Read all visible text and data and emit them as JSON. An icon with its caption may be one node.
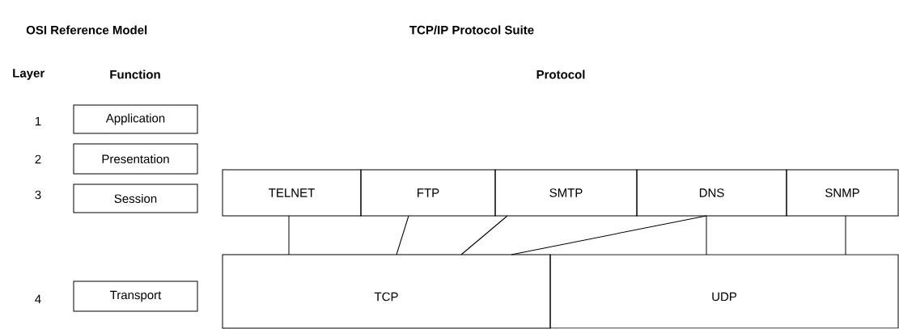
{
  "diagram": {
    "nodes": [
      {
        "text": [
          "Application"
        ]
      },
      {
        "text": [
          "Presentation"
        ]
      },
      {
        "text": [
          "Session"
        ]
      },
      {
        "text": [
          "Transport"
        ]
      },
      {
        "text": [
          "TELNET"
        ]
      },
      {
        "text": [
          "FTP"
        ]
      },
      {
        "text": [
          "SMTP"
        ]
      },
      {
        "text": [
          "DNS"
        ]
      },
      {
        "text": [
          "SNMP"
        ]
      },
      {
        "text": [
          "TCP"
        ]
      },
      {
        "text": [
          "UDP"
        ]
      }
    ],
    "edges": [
      {
        "from": 4,
        "to": 9,
        "arrow": "none"
      },
      {
        "from": 5,
        "to": 9,
        "arrow": "none"
      },
      {
        "from": 6,
        "to": 9,
        "arrow": "none"
      },
      {
        "from": 7,
        "to": 9,
        "arrow": "none"
      },
      {
        "from": 7,
        "to": 10,
        "arrow": "none"
      },
      {
        "from": 8,
        "to": 10,
        "arrow": "none"
      }
    ],
    "labels": [
      "OSI Reference Model",
      "TCP/IP Protocol Suite",
      "Layer",
      "Function",
      "Protocol",
      "1",
      "2",
      "3",
      "4"
    ]
  }
}
